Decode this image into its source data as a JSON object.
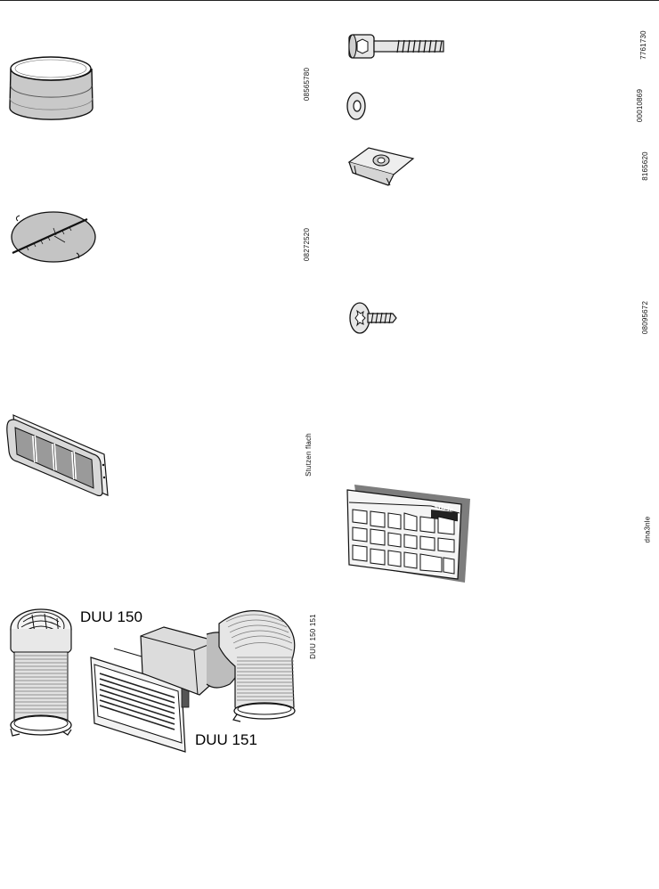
{
  "parts": {
    "ring": {
      "code": "08565780",
      "icon": "round-duct-ring-icon"
    },
    "flap": {
      "code": "08272520",
      "icon": "backflow-flap-icon"
    },
    "flat_connector": {
      "code": "Stutzen flach",
      "icon": "flat-duct-connector-icon"
    },
    "kit": {
      "code": "DUU 150 151",
      "label_150": "DUU 150",
      "label_151": "DUU 151",
      "icon": "wall-duct-kit-icon"
    },
    "bolt": {
      "code": "7761730",
      "icon": "hex-socket-bolt-icon"
    },
    "washer": {
      "code": "00010869",
      "icon": "washer-icon"
    },
    "clip": {
      "code": "8165620",
      "icon": "spring-nut-clip-icon"
    },
    "screw": {
      "code": "08095672",
      "icon": "torx-screw-icon"
    },
    "filter": {
      "code": "dna3nle",
      "brand": "Miele",
      "icon": "grease-filter-mat-icon"
    }
  }
}
